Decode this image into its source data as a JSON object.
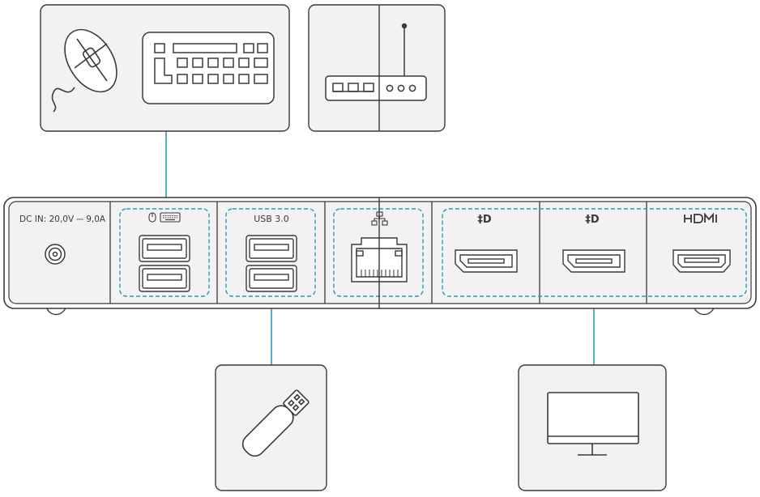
{
  "dock": {
    "power_label": "DC IN: 20,0V ⎓ 9,0A",
    "usb3_label": "USB 3.0"
  },
  "port_groups": [
    {
      "name": "usb-input-group",
      "ports": [
        "usb-a",
        "usb-a"
      ],
      "icons": [
        "mouse-icon",
        "keyboard-icon"
      ]
    },
    {
      "name": "usb3-group",
      "ports": [
        "usb-a",
        "usb-a"
      ],
      "label_key": "usb3_label"
    },
    {
      "name": "ethernet-group",
      "ports": [
        "rj45"
      ],
      "icons": [
        "network-icon"
      ]
    },
    {
      "name": "video-group",
      "ports": [
        "displayport",
        "displayport",
        "hdmi"
      ],
      "icons": [
        "displayport-icon",
        "displayport-icon",
        "hdmi-logo-icon"
      ]
    }
  ],
  "devices": [
    {
      "name": "mouse-keyboard-device",
      "icons": [
        "mouse-icon",
        "keyboard-icon"
      ],
      "connects_to": "usb-input-group"
    },
    {
      "name": "router-device",
      "icons": [
        "router-icon"
      ],
      "connects_to": "ethernet-group"
    },
    {
      "name": "usb-drive-device",
      "icons": [
        "usb-flash-drive-icon"
      ],
      "connects_to": "usb3-group"
    },
    {
      "name": "monitor-device",
      "icons": [
        "monitor-icon"
      ],
      "connects_to": "video-group"
    }
  ],
  "colors": {
    "outline": "#3a3a3a",
    "connector": "#2a9bb8",
    "panel_fill": "#f2f2f2",
    "port_fill": "#ffffff"
  }
}
